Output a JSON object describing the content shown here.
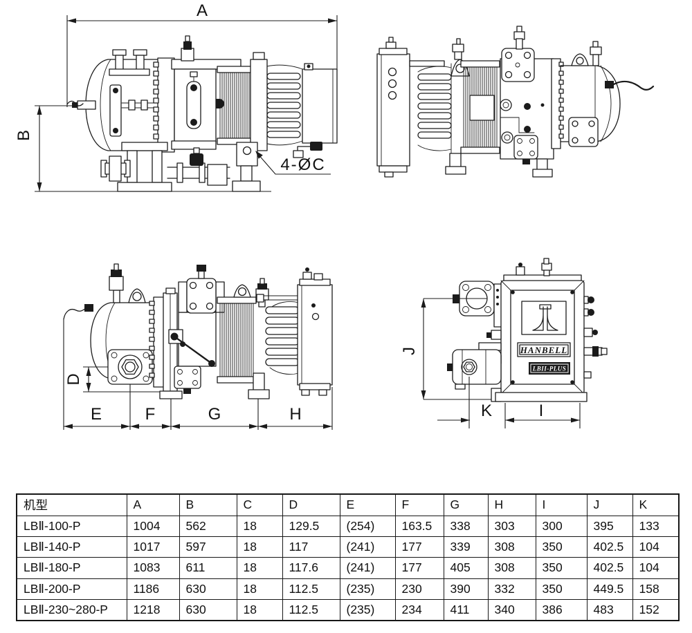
{
  "labels": {
    "a": "A",
    "b": "B",
    "c_callout": "4-ØC",
    "d": "D",
    "e": "E",
    "f": "F",
    "g": "G",
    "h": "H",
    "j": "J",
    "k": "K",
    "i": "I",
    "brand": "HANBELL",
    "series": "LBII-PLUS"
  },
  "table": {
    "headers": [
      "机型",
      "A",
      "B",
      "C",
      "D",
      "E",
      "F",
      "G",
      "H",
      "I",
      "J",
      "K"
    ],
    "rows": [
      [
        "LBⅡ-100-P",
        "1004",
        "562",
        "18",
        "129.5",
        "(254)",
        "163.5",
        "338",
        "303",
        "300",
        "395",
        "133"
      ],
      [
        "LBⅡ-140-P",
        "1017",
        "597",
        "18",
        "117",
        "(241)",
        "177",
        "339",
        "308",
        "350",
        "402.5",
        "104"
      ],
      [
        "LBⅡ-180-P",
        "1083",
        "611",
        "18",
        "117.6",
        "(241)",
        "177",
        "405",
        "308",
        "350",
        "402.5",
        "104"
      ],
      [
        "LBⅡ-200-P",
        "1186",
        "630",
        "18",
        "112.5",
        "(235)",
        "230",
        "390",
        "332",
        "350",
        "449.5",
        "158"
      ],
      [
        "LBⅡ-230~280-P",
        "1218",
        "630",
        "18",
        "112.5",
        "(235)",
        "234",
        "411",
        "340",
        "386",
        "483",
        "152"
      ]
    ]
  },
  "colors": {
    "line": "#1b1b1b",
    "background": "#ffffff",
    "badge_bg": "#1b1b1b",
    "badge_text": "#ffffff"
  }
}
